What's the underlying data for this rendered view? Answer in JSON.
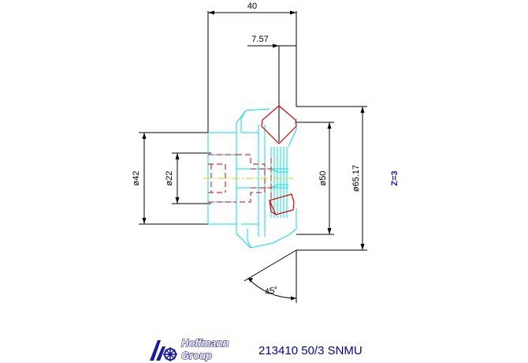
{
  "drawing": {
    "dimensions": {
      "width_40": "40",
      "offset_757": "7.57",
      "dia_42": "ø42",
      "dia_22": "ø22",
      "dia_50": "ø50",
      "dia_6517": "ø65.17",
      "angle_45": "45°"
    },
    "teeth_label": "Z=3"
  },
  "title_block": {
    "logo_line1": "Hoffmann",
    "logo_line2": "Group",
    "part_code": "213410 50/3 SNMU"
  },
  "colors": {
    "cyan": "#00e0e0",
    "red": "#e00000",
    "dimension": "#000000",
    "yellow": "#e6d000",
    "blue": "#1a1ad0"
  }
}
